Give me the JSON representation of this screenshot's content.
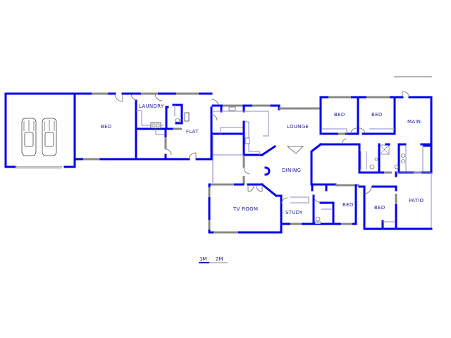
{
  "floorplan": {
    "rooms": [
      {
        "id": "garage",
        "label": ""
      },
      {
        "id": "bed1",
        "label": "BED"
      },
      {
        "id": "laundry",
        "label": "LAUNDRY"
      },
      {
        "id": "flat",
        "label": "FLAT"
      },
      {
        "id": "lounge",
        "label": "LOUNGE"
      },
      {
        "id": "dining",
        "label": "DINING"
      },
      {
        "id": "tv_room",
        "label": "TV ROOM"
      },
      {
        "id": "study",
        "label": "STUDY"
      },
      {
        "id": "bed2",
        "label": "BED"
      },
      {
        "id": "bed3",
        "label": "BED"
      },
      {
        "id": "main",
        "label": "MAIN"
      },
      {
        "id": "bed4",
        "label": "BED"
      },
      {
        "id": "bed5",
        "label": "BED"
      },
      {
        "id": "patio",
        "label": "PATIO"
      }
    ],
    "scale": {
      "label_1": "1M",
      "label_2": "2M"
    },
    "colors": {
      "wall": "#0000ee",
      "label": "#1a1aa0",
      "fixture": "#8a8ad0"
    }
  }
}
